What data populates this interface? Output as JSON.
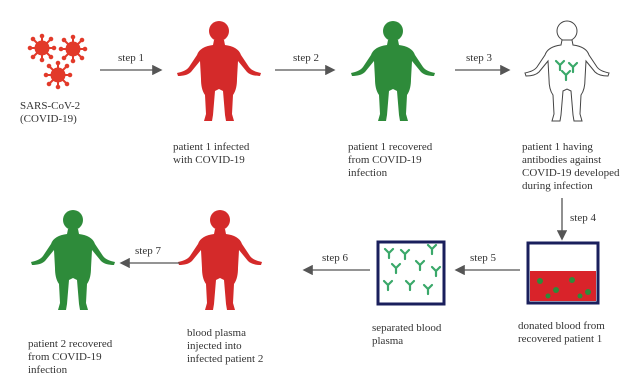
{
  "diagram": {
    "virus_label": "SARS-CoV-2\n(COVID-19)",
    "steps": {
      "s1": "step 1",
      "s2": "step 2",
      "s3": "step 3",
      "s4": "step 4",
      "s5": "step 5",
      "s6": "step 6",
      "s7": "step 7"
    },
    "labels": {
      "patient1_infected": "patient 1 infected\nwith COVID-19",
      "patient1_recovered": "patient 1 recovered\nfrom COVID-19\ninfection",
      "patient1_antibodies": "patient 1 having\nantibodies against\nCOVID-19 developed\nduring infection",
      "donated_blood": "donated blood from\nrecovered patient 1",
      "separated_plasma": "separated blood\nplasma",
      "plasma_injected": "blood plasma\ninjected into\ninfected patient 2",
      "patient2_recovered": "patient 2 recovered\nfrom COVID-19\ninfection"
    }
  },
  "colors": {
    "infected": "#d42a2a",
    "recovered": "#2e8b3a",
    "virus": "#e23a2a",
    "antibody": "#3aa86a",
    "blood": "#d9232a",
    "box_border": "#1a1f5c",
    "arrow": "#555555"
  },
  "icons": [
    "virus-icon",
    "human-figure-icon",
    "antibody-icon",
    "blood-container-icon",
    "plasma-container-icon"
  ]
}
